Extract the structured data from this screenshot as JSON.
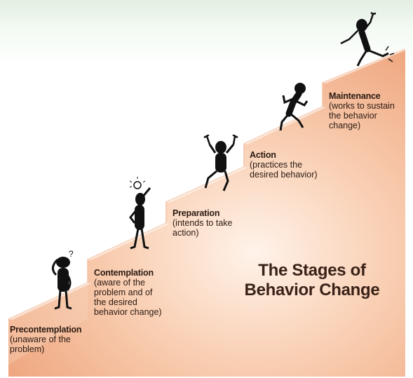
{
  "title_line1": "The Stages of",
  "title_line2": "Behavior Change",
  "stages": [
    {
      "name": "Precontemplation",
      "desc": [
        "(unaware of the",
        "problem)"
      ],
      "figure": "confused-person-icon",
      "symbol": "?"
    },
    {
      "name": "Contemplation",
      "desc": [
        "(aware of the",
        "problem and of",
        "the desired",
        "behavior change)"
      ],
      "figure": "thinking-person-icon",
      "symbol": "lightbulb"
    },
    {
      "name": "Preparation",
      "desc": [
        "(intends to take",
        "action)"
      ],
      "figure": "ready-person-icon",
      "symbol": ""
    },
    {
      "name": "Action",
      "desc": [
        "(practices the",
        "desired behavior)"
      ],
      "figure": "running-person-icon",
      "symbol": ""
    },
    {
      "name": "Maintenance",
      "desc": [
        "(works to sustain",
        "the behavior",
        "change)"
      ],
      "figure": "jumping-person-icon",
      "symbol": ""
    }
  ],
  "colors": {
    "stair_light": "#fbe3d2",
    "stair_dark": "#f0b28c",
    "text": "#2b1a12",
    "figure": "#111111"
  }
}
